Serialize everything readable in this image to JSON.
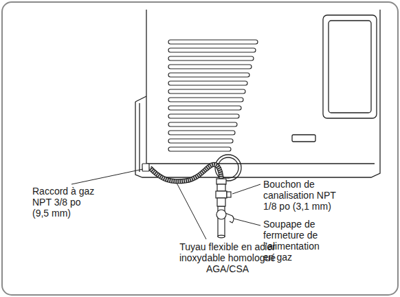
{
  "diagram": {
    "labels": [
      "Raccord à gaz NPT 3/8 po (9,5 mm)",
      "Tuyau flexible en acier inoxydable homologué AGA/CSA",
      "Bouchon de canalisation NPT 1/8 po (3,1 mm)",
      "Soupape de fermeture de l’alimentation en gaz"
    ]
  }
}
